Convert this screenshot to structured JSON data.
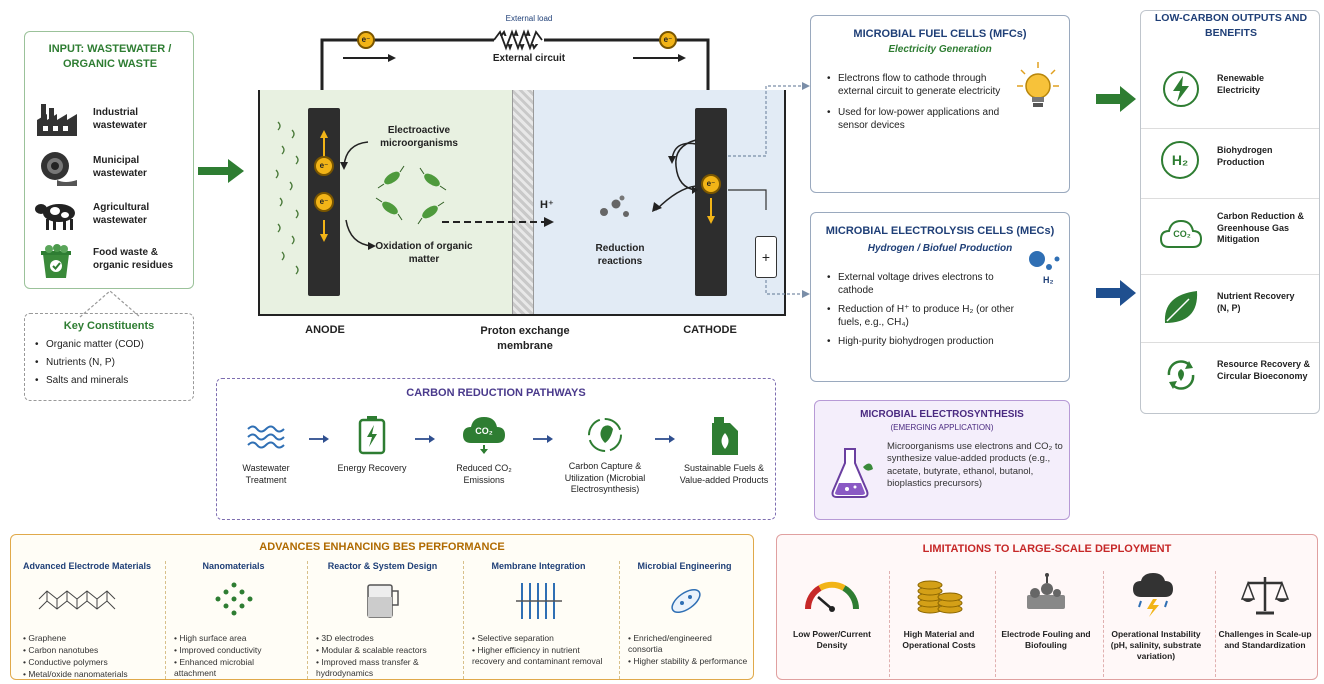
{
  "input": {
    "title": "INPUT: WASTEWATER / ORGANIC WASTE",
    "items": [
      {
        "label": "Industrial wastewater",
        "icon": "factory-icon"
      },
      {
        "label": "Municipal wastewater",
        "icon": "pipe-icon"
      },
      {
        "label": "Agricultural wastewater",
        "icon": "cow-icon"
      },
      {
        "label": "Food waste & organic residues",
        "icon": "compost-bin-icon"
      }
    ]
  },
  "constituents": {
    "title": "Key Constituents",
    "items": [
      "Organic matter (COD)",
      "Nutrients (N, P)",
      "Salts and minerals"
    ]
  },
  "cell": {
    "external_load": "External load",
    "external_circuit": "External circuit",
    "electron": "e⁻",
    "electroactive": "Electroactive microorganisms",
    "oxidation": "Oxidation of organic matter",
    "proton": "H⁺",
    "reduction": "Reduction reactions",
    "anode": "ANODE",
    "cathode": "CATHODE",
    "membrane": "Proton exchange membrane"
  },
  "mfc": {
    "title": "MICROBIAL FUEL CELLS (MFCs)",
    "subtitle": "Electricity Generation",
    "items": [
      "Electrons flow to cathode through external circuit to generate electricity",
      "Used for low-power applications and sensor devices"
    ]
  },
  "mec": {
    "title": "MICROBIAL ELECTROLYSIS CELLS (MECs)",
    "subtitle": "Hydrogen / Biofuel Production",
    "items": [
      "External voltage drives electrons to cathode",
      "Reduction of H⁺ to produce H₂ (or other fuels, e.g., CH₄)",
      "High-purity biohydrogen production"
    ],
    "h2": "H₂"
  },
  "mes": {
    "title": "MICROBIAL ELECTROSYNTHESIS",
    "subtitle": "(EMERGING APPLICATION)",
    "text": "Microorganisms use electrons and CO₂ to synthesize value-added products (e.g., acetate, butyrate, ethanol, butanol, bioplastics precursors)"
  },
  "outputs": {
    "title": "LOW-CARBON OUTPUTS AND BENEFITS",
    "items": [
      {
        "label": "Renewable Electricity",
        "icon": "lightning-icon"
      },
      {
        "label": "Biohydrogen Production",
        "icon": "h2-icon",
        "symbol": "H₂"
      },
      {
        "label": "Carbon Reduction & Greenhouse Gas Mitigation",
        "icon": "co2-cloud-icon",
        "symbol": "CO₂"
      },
      {
        "label": "Nutrient Recovery (N, P)",
        "icon": "leaf-icon"
      },
      {
        "label": "Resource Recovery & Circular Bioeconomy",
        "icon": "recycle-icon"
      }
    ]
  },
  "pathways": {
    "title": "CARBON REDUCTION PATHWAYS",
    "steps": [
      {
        "label": "Wastewater Treatment",
        "icon": "water-waves-icon"
      },
      {
        "label": "Energy Recovery",
        "icon": "battery-icon"
      },
      {
        "label": "Reduced CO₂ Emissions",
        "icon": "co2-cloud-icon",
        "symbol": "CO₂"
      },
      {
        "label": "Carbon Capture & Utilization (Microbial Electrosynthesis)",
        "icon": "recycle-leaf-icon"
      },
      {
        "label": "Sustainable Fuels & Value-added Products",
        "icon": "fuel-can-icon"
      }
    ]
  },
  "advances": {
    "title": "ADVANCES ENHANCING BES PERFORMANCE",
    "columns": [
      {
        "title": "Advanced Electrode Materials",
        "icon": "mesh-icon",
        "items": [
          "Graphene",
          "Carbon nanotubes",
          "Conductive polymers",
          "Metal/oxide nanomaterials"
        ]
      },
      {
        "title": "Nanomaterials",
        "icon": "nanoparticle-icon",
        "items": [
          "High surface area",
          "Improved conductivity",
          "Enhanced microbial attachment"
        ]
      },
      {
        "title": "Reactor & System Design",
        "icon": "reactor-icon",
        "items": [
          "3D electrodes",
          "Modular & scalable reactors",
          "Improved mass transfer & hydrodynamics"
        ]
      },
      {
        "title": "Membrane Integration",
        "icon": "membrane-icon",
        "items": [
          "Selective separation",
          "Higher efficiency in nutrient recovery and contaminant removal"
        ]
      },
      {
        "title": "Microbial Engineering",
        "icon": "microbe-icon",
        "items": [
          "Enriched/engineered consortia",
          "Higher stability & performance"
        ]
      }
    ]
  },
  "limitations": {
    "title": "LIMITATIONS TO LARGE-SCALE DEPLOYMENT",
    "items": [
      {
        "label": "Low Power/Current Density",
        "icon": "gauge-icon"
      },
      {
        "label": "High Material and Operational Costs",
        "icon": "coins-icon"
      },
      {
        "label": "Electrode Fouling and Biofouling",
        "icon": "fouling-icon"
      },
      {
        "label": "Operational Instability (pH, salinity, substrate variation)",
        "icon": "storm-cloud-icon"
      },
      {
        "label": "Challenges in Scale-up and Standardization",
        "icon": "scale-icon"
      }
    ]
  },
  "colors": {
    "green": "#2e7d32",
    "navy": "#1f3f77",
    "anode_fill": "#e8f1e1",
    "cathode_fill": "#e2ebf5",
    "purple": "#6a3fa0",
    "limit_red": "#c62828",
    "advance_orange": "#e0a94a"
  }
}
